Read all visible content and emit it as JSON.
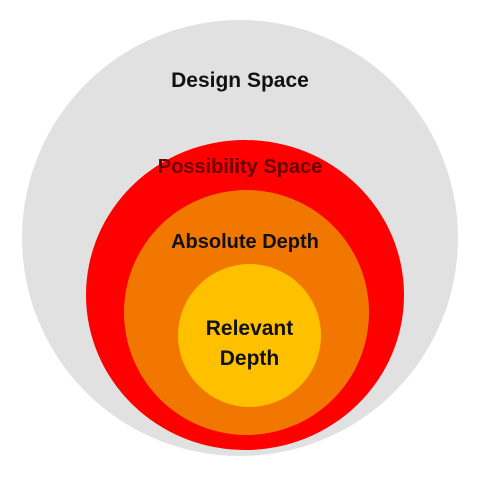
{
  "diagram": {
    "type": "nested-circles",
    "layers": [
      {
        "label": "Design Space",
        "color": "#e1e1e1"
      },
      {
        "label": "Possibility Space",
        "color": "#ff0000"
      },
      {
        "label": "Absolute Depth",
        "color": "#f17700"
      },
      {
        "label": "Relevant Depth",
        "color": "#ffc000"
      }
    ]
  }
}
